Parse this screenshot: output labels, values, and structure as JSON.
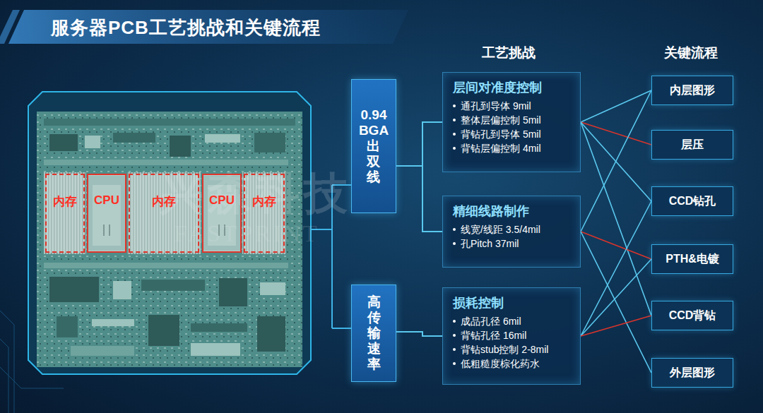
{
  "diagram": {
    "title": "服务器PCB工艺挑战和关键流程",
    "nodes": [
      {
        "text": [
          "内存"
        ]
      },
      {
        "text": [
          "CPU"
        ]
      },
      {
        "text": [
          "内存"
        ]
      },
      {
        "text": [
          "CPU"
        ]
      },
      {
        "text": [
          "内存"
        ]
      },
      {
        "text": [
          "0.94 BGA出双线"
        ]
      },
      {
        "text": [
          "高传输速率"
        ]
      },
      {
        "text": [
          "层间对准度控制",
          "通孔到导体 9mil",
          "整体层偏控制 5mil",
          "背钻孔到导体 5mil",
          "背钻层偏控制 4mil"
        ]
      },
      {
        "text": [
          "精细线路制作",
          "线宽/线距 3.5/4mil",
          "孔Pitch 37mil"
        ]
      },
      {
        "text": [
          "损耗控制",
          "成品孔径 6mil",
          "背钻孔径 16mil",
          "背钻stub控制 2-8mil",
          "低粗糙度棕化药水"
        ]
      },
      {
        "text": [
          "内层图形"
        ]
      },
      {
        "text": [
          "层压"
        ]
      },
      {
        "text": [
          "CCD钻孔"
        ]
      },
      {
        "text": [
          "PTH&电镀"
        ]
      },
      {
        "text": [
          "CCD背钻"
        ]
      },
      {
        "text": [
          "外层图形"
        ]
      }
    ],
    "edges": [
      {
        "from": 5,
        "to": 7,
        "arrow": "none"
      },
      {
        "from": 5,
        "to": 8,
        "arrow": "none"
      },
      {
        "from": 6,
        "to": 9,
        "arrow": "none"
      },
      {
        "from": 7,
        "to": 10,
        "arrow": "none"
      },
      {
        "from": 7,
        "to": 11,
        "arrow": "none"
      },
      {
        "from": 7,
        "to": 12,
        "arrow": "none"
      },
      {
        "from": 7,
        "to": 14,
        "arrow": "none"
      },
      {
        "from": 8,
        "to": 10,
        "arrow": "none"
      },
      {
        "from": 8,
        "to": 13,
        "arrow": "none"
      },
      {
        "from": 8,
        "to": 15,
        "arrow": "none"
      },
      {
        "from": 9,
        "to": 12,
        "arrow": "none"
      },
      {
        "from": 9,
        "to": 13,
        "arrow": "none"
      },
      {
        "from": 9,
        "to": 14,
        "arrow": "none"
      }
    ],
    "labels": [
      "工艺挑战",
      "关键流程",
      "兴森科技",
      "FASTPRINT"
    ]
  }
}
